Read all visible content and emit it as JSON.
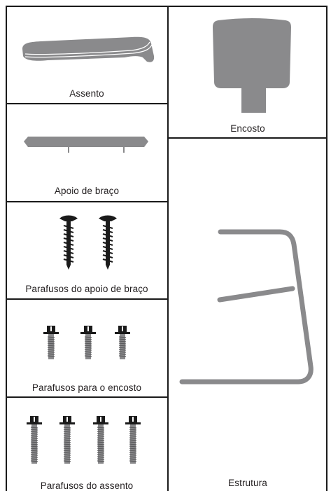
{
  "parts": {
    "seat": {
      "label": "Assento"
    },
    "backrest": {
      "label": "Encosto"
    },
    "armrest": {
      "label": "Apoio de braço"
    },
    "armrest_screws": {
      "label": "Parafusos do apoio de braço"
    },
    "backrest_screws": {
      "label": "Parafusos para o encosto"
    },
    "seat_screws": {
      "label": "Parafusos do assento"
    },
    "frame": {
      "label": "Estrutura"
    }
  },
  "colors": {
    "line": "#1a1a1a",
    "part_gray": "#8a8a8c",
    "part_dark": "#6d6d70",
    "screw_black": "#1b1b1b",
    "text": "#231f20"
  }
}
